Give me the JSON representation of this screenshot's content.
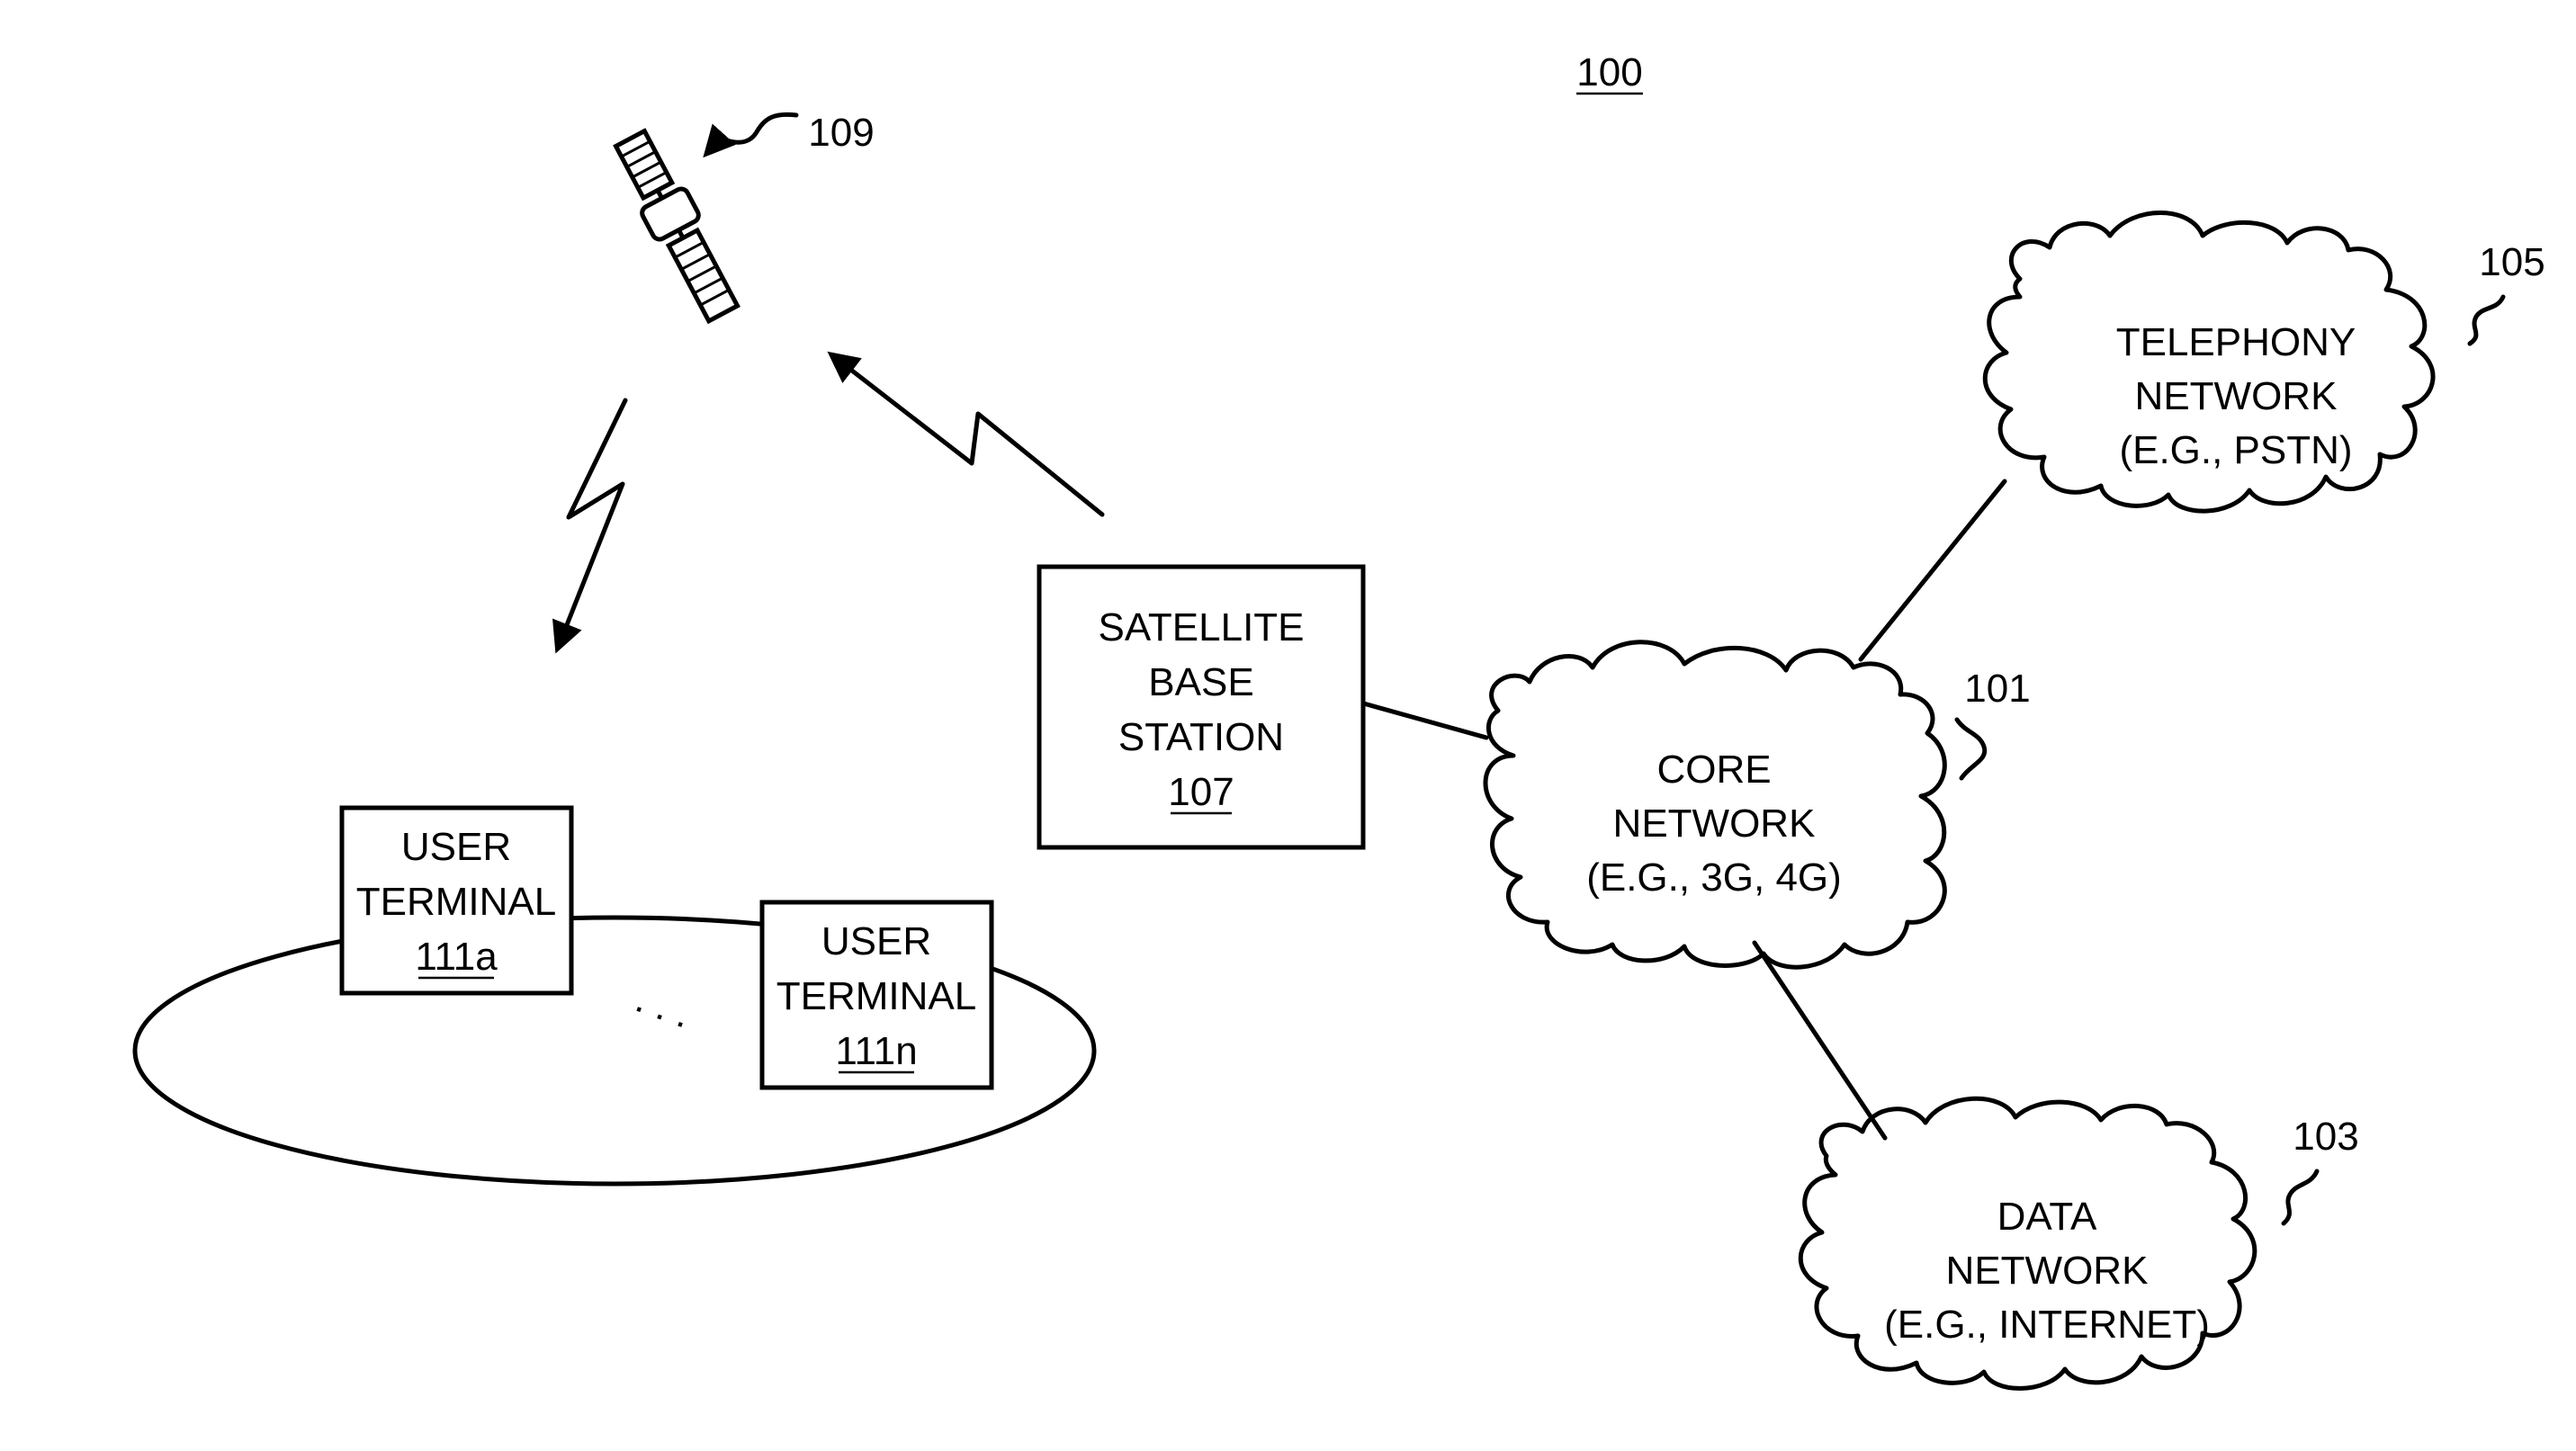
{
  "figure": {
    "number": "100"
  },
  "satellite": {
    "ref": "109"
  },
  "base_station": {
    "lines": [
      "SATELLITE",
      "BASE",
      "STATION"
    ],
    "ref": "107"
  },
  "terminal_a": {
    "lines": [
      "USER",
      "TERMINAL"
    ],
    "ref": "111a"
  },
  "terminal_n": {
    "lines": [
      "USER",
      "TERMINAL"
    ],
    "ref": "111n"
  },
  "ellipsis": ". . .",
  "core_network": {
    "lines": [
      "CORE",
      "NETWORK",
      "(E.G., 3G, 4G)"
    ],
    "ref": "101"
  },
  "telephony_network": {
    "lines": [
      "TELEPHONY",
      "NETWORK",
      "(E.G., PSTN)"
    ],
    "ref": "105"
  },
  "data_network": {
    "lines": [
      "DATA",
      "NETWORK",
      "(E.G., INTERNET)"
    ],
    "ref": "103"
  }
}
